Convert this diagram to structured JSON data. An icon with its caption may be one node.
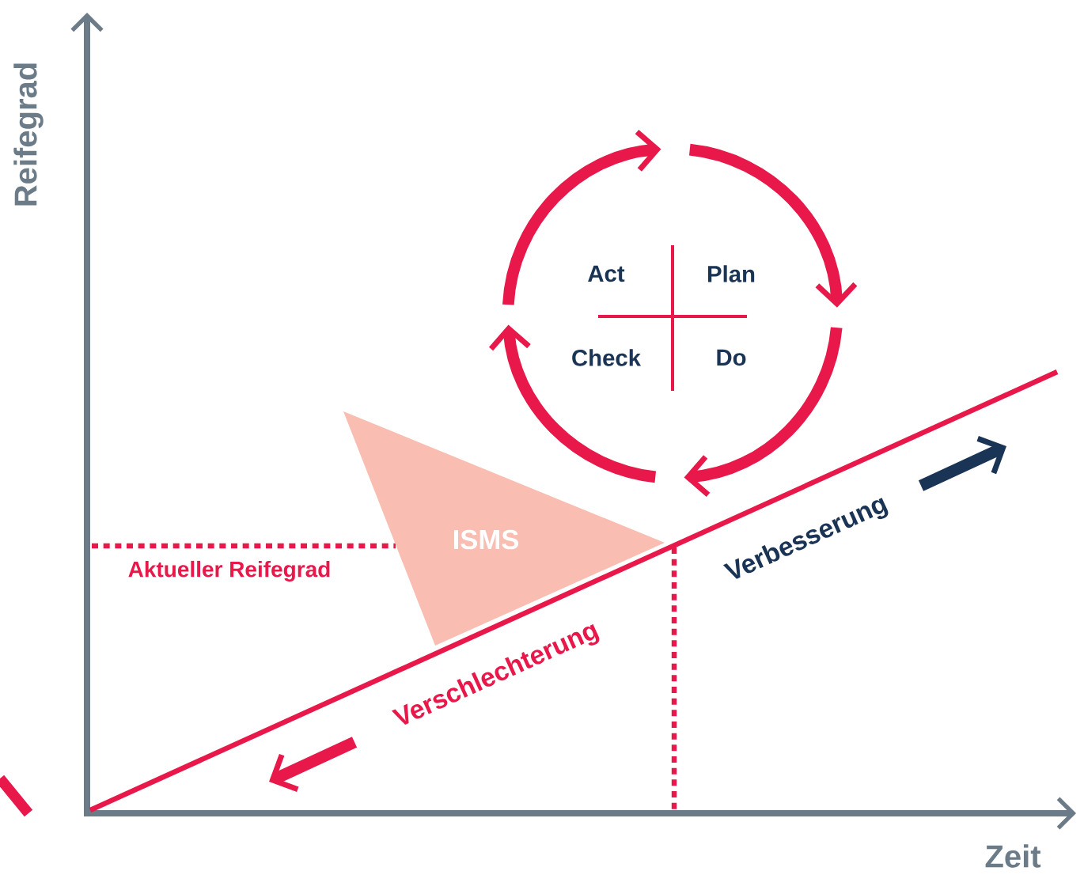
{
  "diagram": {
    "nodes": [
      {
        "text": [
          "ISMS"
        ]
      }
    ],
    "labels": [
      "Reifegrad",
      "Act",
      "Plan",
      "Check",
      "Do",
      "Aktueller Reifegrad",
      "Verbesserung",
      "Verschlechterung",
      "Zeit"
    ]
  }
}
